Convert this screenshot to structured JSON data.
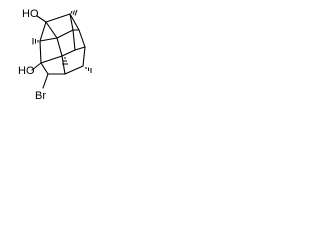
{
  "molecule": {
    "labels": {
      "hydroxyl_top": "HO",
      "hydroxyl_lower": "HO",
      "bromine": "Br"
    },
    "colors": {
      "bond": "#000000",
      "label": "#000000",
      "background": "#ffffff"
    }
  }
}
